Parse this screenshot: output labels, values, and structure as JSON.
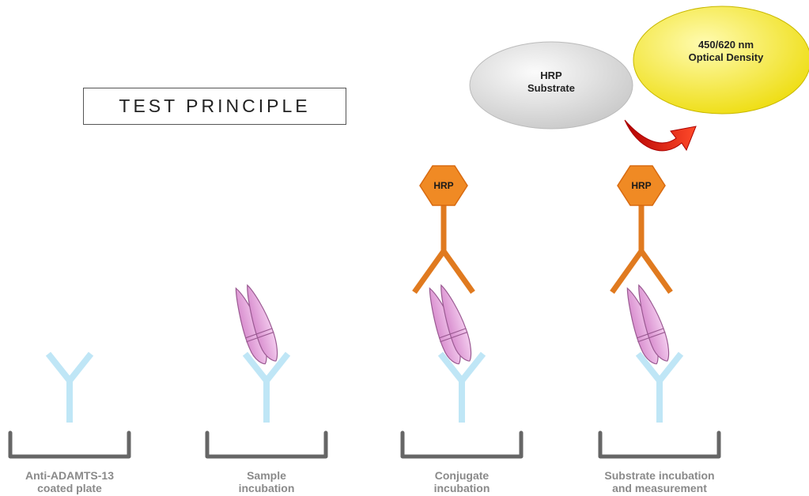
{
  "title": "TEST PRINCIPLE",
  "bubbles": {
    "substrate": [
      "HRP",
      "Substrate"
    ],
    "optical_density": [
      "450/620 nm",
      "Optical Density"
    ]
  },
  "enzyme_label": "HRP",
  "steps": [
    {
      "line1": "Anti-ADAMTS-13",
      "line2": "coated plate"
    },
    {
      "line1": "Sample",
      "line2": "incubation"
    },
    {
      "line1": "Conjugate",
      "line2": "incubation"
    },
    {
      "line1": "Substrate incubation",
      "line2": "and measurement"
    }
  ],
  "colors": {
    "capture_antibody": "#bfe6f6",
    "well": "#666666",
    "antigen": "#e4a8dc",
    "antigen_stroke": "#9a5a92",
    "conjugate": "#e07a1f",
    "hrp_fill": "#f08a24",
    "substrate_bubble": "#d6d6d6",
    "od_bubble": "#f3ea2c",
    "arrow": "#cc1111"
  }
}
